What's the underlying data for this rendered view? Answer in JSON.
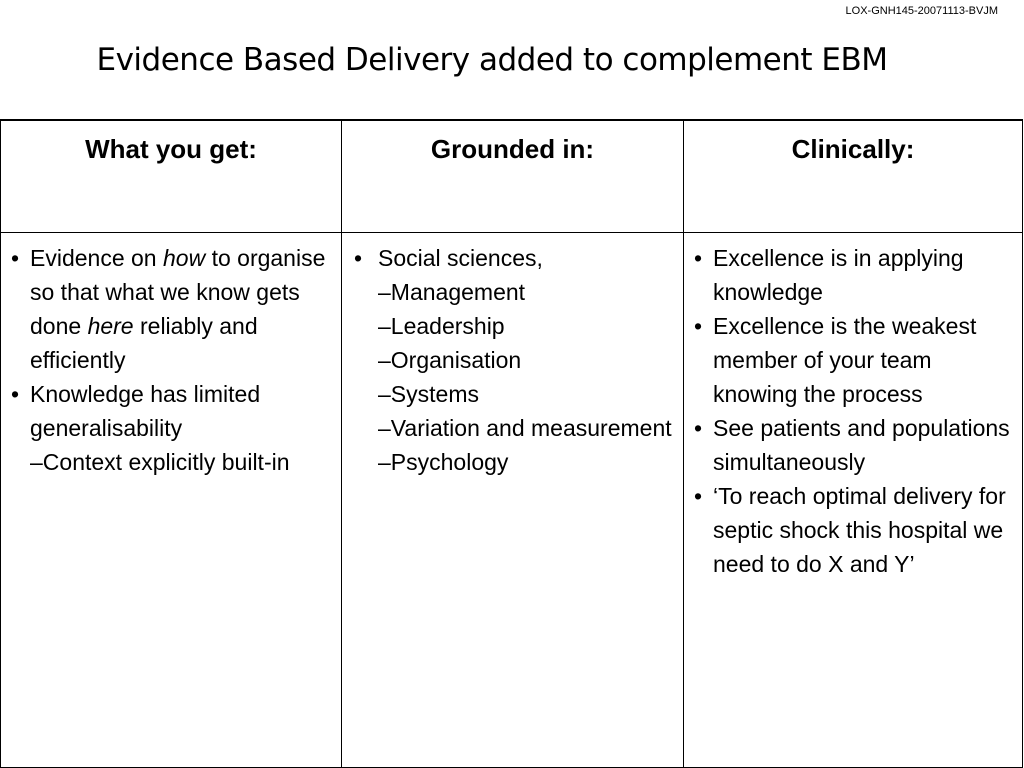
{
  "slide": {
    "reference_code": "LOX-GNH145-20071113-BVJM",
    "title": "Evidence Based Delivery added to complement EBM"
  },
  "table": {
    "headers": [
      "What you get:",
      "Grounded in:",
      "Clinically:"
    ],
    "col1": {
      "bullet1": {
        "part1": "Evidence on ",
        "em1": "how",
        "part2": " to organise so that what we know gets done ",
        "em2": "here",
        "part3": " reliably and efficiently"
      },
      "bullet2": "Knowledge has limited generalisability",
      "sub1": "–Context explicitly built-in"
    },
    "col2": {
      "bullet1": "Social sciences,",
      "subs": [
        "–Management",
        "–Leadership",
        "–Organisation",
        "–Systems",
        "–Variation and measurement",
        "–Psychology"
      ]
    },
    "col3": {
      "bullets": [
        "Excellence is in applying knowledge",
        "Excellence is the weakest member of your team knowing the process",
        "See patients and populations simultaneously",
        "‘To reach optimal delivery for septic shock this hospital we need to do X and Y’"
      ]
    },
    "bullet_glyph": "•"
  }
}
